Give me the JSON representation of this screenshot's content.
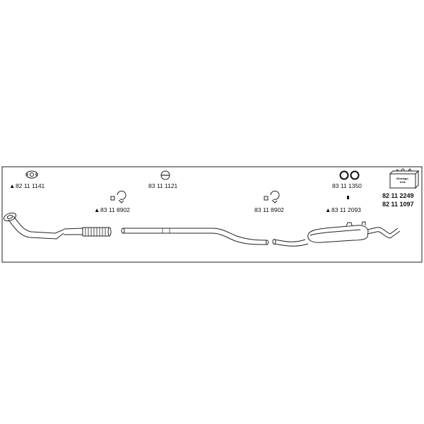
{
  "parts": {
    "gasket_front": {
      "code": "82 11 1141",
      "marker": "▲",
      "icon": "gasket-icon"
    },
    "clamp_front": {
      "code": "83 11 8902",
      "marker": "▲",
      "icon": "clamp-icon"
    },
    "ring_middle": {
      "code": "83 11 1121",
      "marker": "",
      "icon": "ring-icon"
    },
    "clamp_rear": {
      "code": "83 11 8902",
      "marker": "",
      "icon": "clamp-icon"
    },
    "rubber_rings": {
      "code": "83 11 1350",
      "marker": "",
      "icon": "rubber-rings-icon"
    },
    "rear_part": {
      "code": "83 11 2093",
      "marker": "▲",
      "icon": "small-part-icon"
    },
    "mounting_kit": {
      "icon": "mounting-kit-box-icon",
      "box_label_line1": "Montage-",
      "box_label_line2": "teile",
      "code_1": "82 11 2249",
      "code_2": "82 11 1097"
    }
  }
}
